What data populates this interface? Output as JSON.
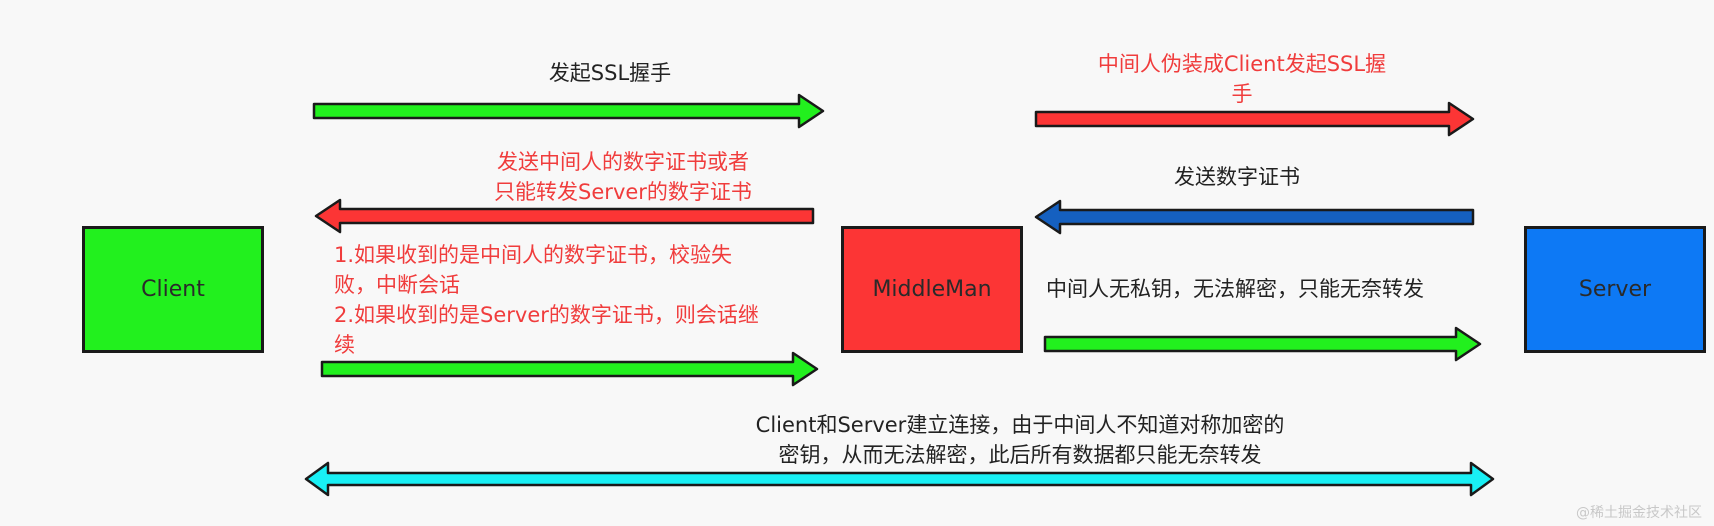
{
  "nodes": {
    "client": {
      "label": "Client",
      "color": "#22f01e"
    },
    "middleman": {
      "label": "MiddleMan",
      "color": "#fc3535"
    },
    "server": {
      "label": "Server",
      "color": "#0d79f5"
    }
  },
  "arrows": {
    "client_to_middleman_handshake": {
      "color": "#22f01e",
      "direction": "right"
    },
    "middleman_to_server_handshake": {
      "color": "#fc3535",
      "direction": "right"
    },
    "middleman_to_client_cert": {
      "color": "#fc3535",
      "direction": "left"
    },
    "server_to_middleman_cert": {
      "color": "#1560c0",
      "direction": "left"
    },
    "client_to_middleman_continue": {
      "color": "#22f01e",
      "direction": "right"
    },
    "middleman_to_server_forward": {
      "color": "#22f01e",
      "direction": "right"
    },
    "client_server_bidirectional": {
      "color": "#19f0f5",
      "direction": "both"
    }
  },
  "labels": {
    "handshake": [
      "发起SSL握手"
    ],
    "fake_handshake": [
      "中间人伪装成Client发起SSL握",
      "手"
    ],
    "send_cert_mitm": [
      "发送中间人的数字证书或者",
      "只能转发Server的数字证书"
    ],
    "send_cert_server": [
      "发送数字证书"
    ],
    "verify_note": [
      "1.如果收到的是中间人的数字证书，校验失",
      "败，中断会话",
      "2.如果收到的是Server的数字证书，则会话继",
      "续"
    ],
    "no_private_key": [
      "中间人无私钥，无法解密，只能无奈转发"
    ],
    "established": [
      "Client和Server建立连接，由于中间人不知道对称加密的",
      "密钥，从而无法解密，此后所有数据都只能无奈转发"
    ]
  },
  "watermark": "@稀土掘金技术社区"
}
